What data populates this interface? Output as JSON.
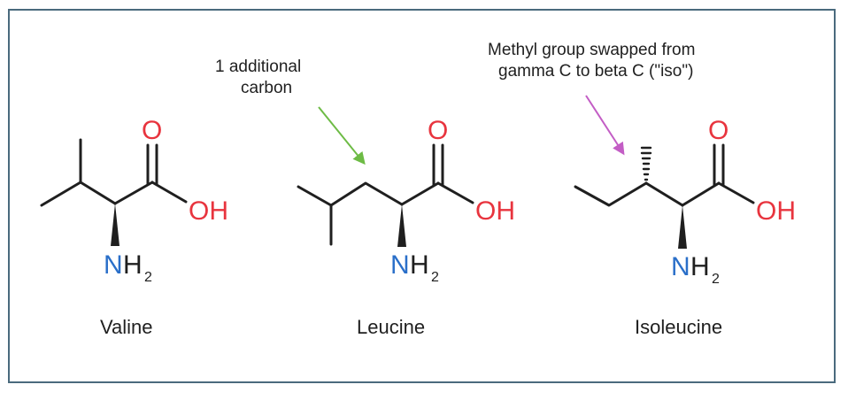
{
  "molecules": [
    {
      "name": "Valine",
      "oxygen": "O",
      "hydroxyl": "OH",
      "amine_n": "N",
      "amine_h": "H",
      "amine_sub": "2"
    },
    {
      "name": "Leucine",
      "oxygen": "O",
      "hydroxyl": "OH",
      "amine_n": "N",
      "amine_h": "H",
      "amine_sub": "2"
    },
    {
      "name": "Isoleucine",
      "oxygen": "O",
      "hydroxyl": "OH",
      "amine_n": "N",
      "amine_h": "H",
      "amine_sub": "2"
    }
  ],
  "annotations": {
    "leucine_note": {
      "line1": "1 additional",
      "line2": "carbon",
      "arrow_color": "#6dbb45"
    },
    "isoleucine_note": {
      "line1": "Methyl group swapped from",
      "line2": "gamma C to beta C (\"iso\")",
      "arrow_color": "#c35dc5"
    }
  },
  "colors": {
    "oxygen": "#e8343e",
    "nitrogen": "#2a6fc9",
    "bond": "#1f1f1f",
    "frame": "#4a6a7d"
  }
}
